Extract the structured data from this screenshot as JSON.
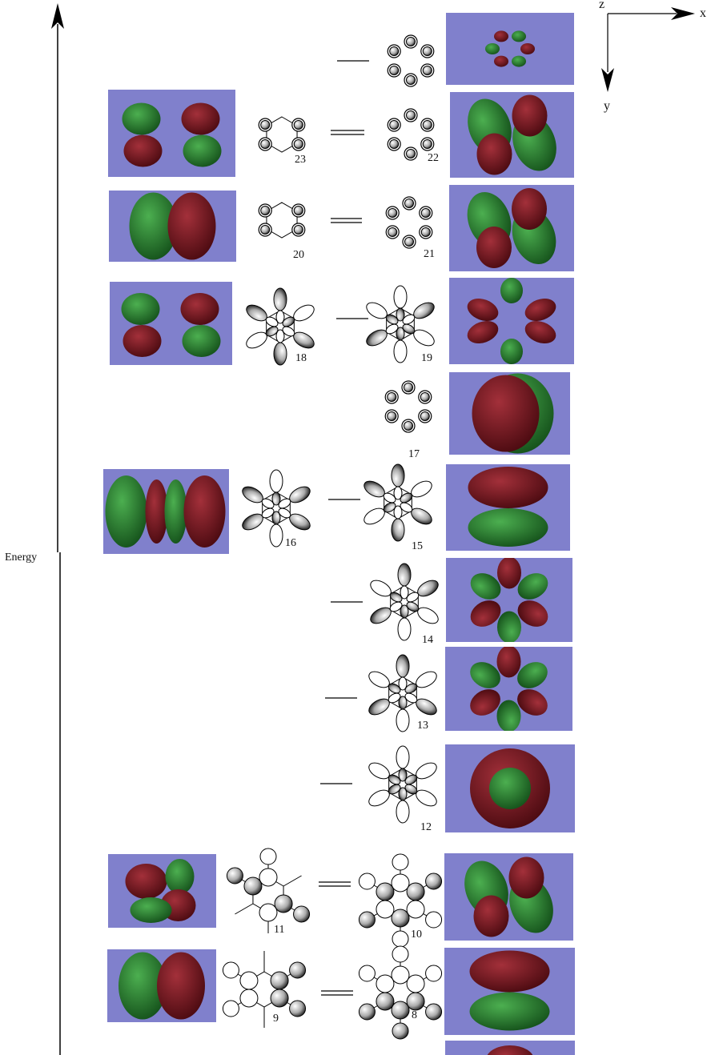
{
  "energy_axis": {
    "label": "Energy"
  },
  "coordinate_axes": {
    "x": "x",
    "y": "y",
    "z": "z"
  },
  "colors": {
    "panel": "#8080cc",
    "lobe_positive": "#2e7d32",
    "lobe_negative": "#7b1a1e"
  },
  "orbitals": [
    {
      "label": ""
    },
    {
      "label": "23"
    },
    {
      "label": "22"
    },
    {
      "label": "20"
    },
    {
      "label": "21"
    },
    {
      "label": "18"
    },
    {
      "label": "19"
    },
    {
      "label": "17"
    },
    {
      "label": "16"
    },
    {
      "label": "15"
    },
    {
      "label": "14"
    },
    {
      "label": "13"
    },
    {
      "label": "12"
    },
    {
      "label": "11"
    },
    {
      "label": "10"
    },
    {
      "label": "9"
    },
    {
      "label": "8"
    }
  ]
}
